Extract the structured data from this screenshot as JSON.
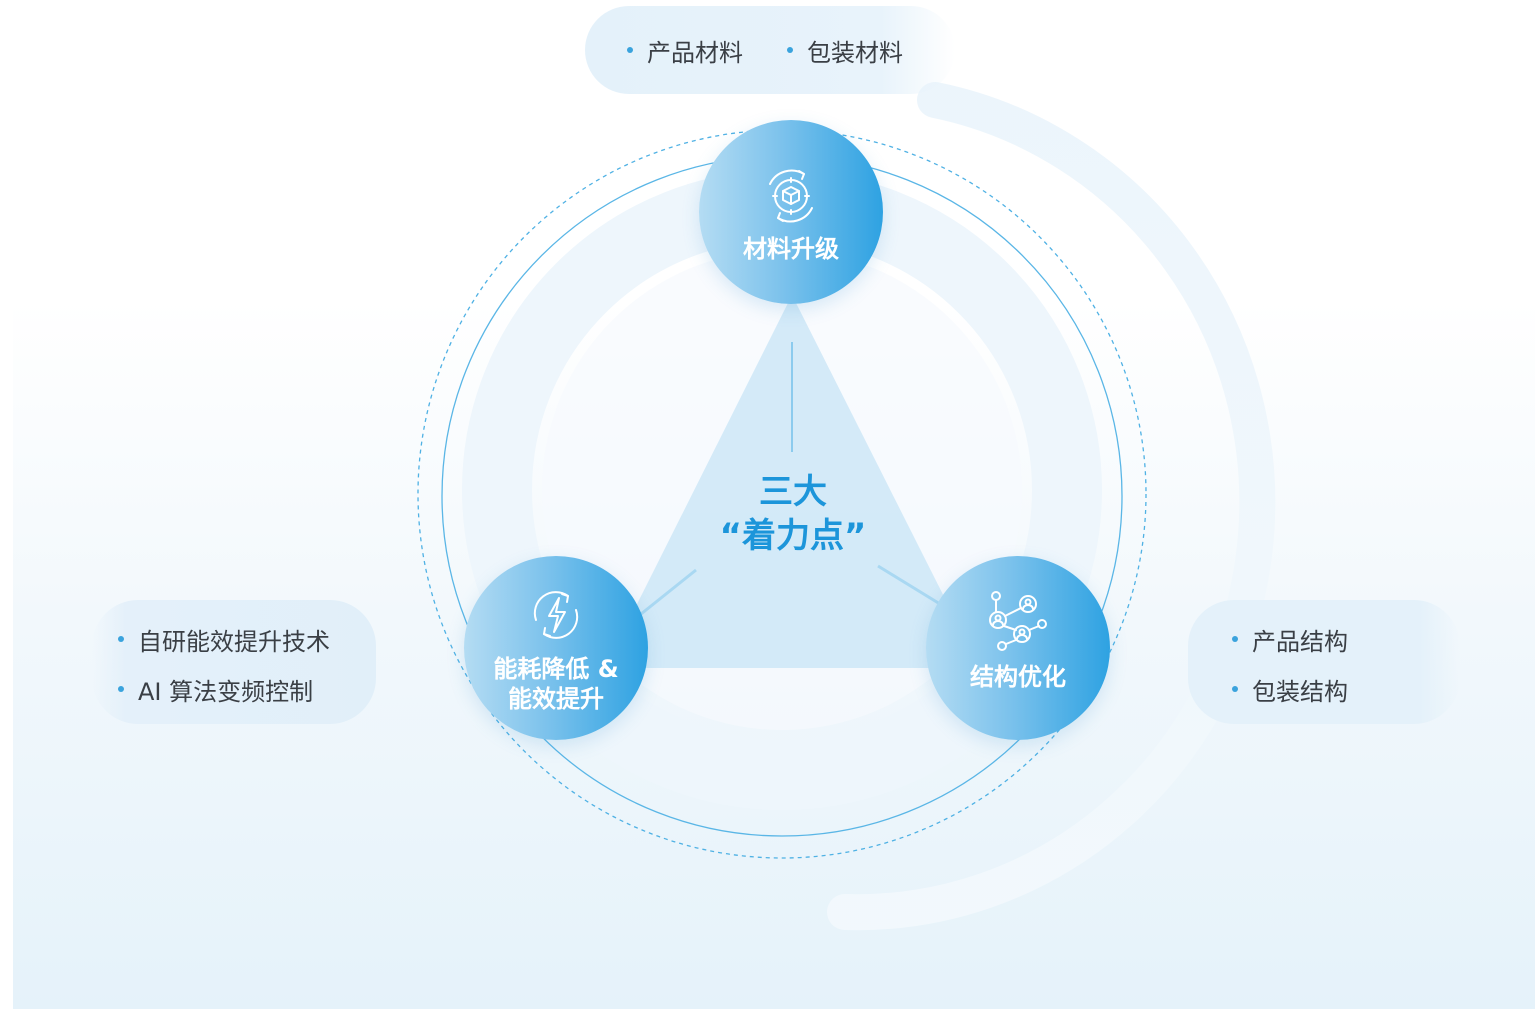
{
  "center": {
    "line1": "三大",
    "line2": "“着力点”"
  },
  "nodes": {
    "top": {
      "label": "材料升级",
      "icon": "gear-cube-icon"
    },
    "left": {
      "label_line1": "能耗降低 &",
      "label_line2": "能效提升",
      "icon": "energy-bolt-icon"
    },
    "right": {
      "label": "结构优化",
      "icon": "network-people-icon"
    }
  },
  "pills": {
    "top": [
      "产品材料",
      "包装材料"
    ],
    "left": [
      "自研能效提升技术",
      "AI 算法变频控制"
    ],
    "right": [
      "产品结构",
      "包装结构"
    ]
  },
  "colors": {
    "accent": "#1c95da",
    "node_gradient_start": "#b4dcf3",
    "node_gradient_end": "#2ea2e2",
    "pill_bg": "#e4f1fa",
    "text": "#3a3f45"
  }
}
